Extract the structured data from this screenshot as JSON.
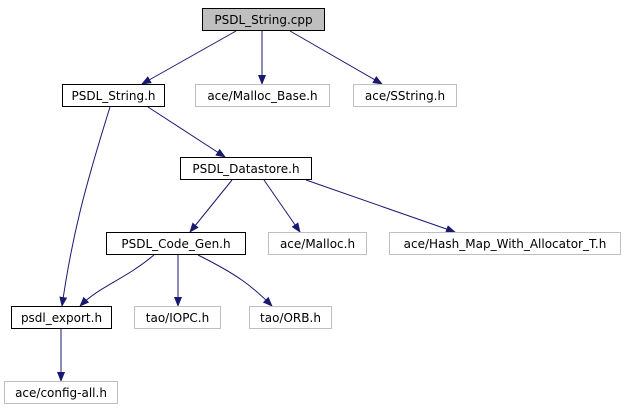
{
  "graph": {
    "edge_color": "#191970",
    "root_fill": "#bfbfbf",
    "external_border": "#bfbfbf",
    "nodes": [
      {
        "id": "psdl_string_cpp",
        "label": "PSDL_String.cpp",
        "kind": "root"
      },
      {
        "id": "psdl_string_h",
        "label": "PSDL_String.h",
        "kind": "local"
      },
      {
        "id": "ace_malloc_base_h",
        "label": "ace/Malloc_Base.h",
        "kind": "external"
      },
      {
        "id": "ace_sstring_h",
        "label": "ace/SString.h",
        "kind": "external"
      },
      {
        "id": "psdl_datastore_h",
        "label": "PSDL_Datastore.h",
        "kind": "local"
      },
      {
        "id": "psdl_code_gen_h",
        "label": "PSDL_Code_Gen.h",
        "kind": "local"
      },
      {
        "id": "ace_malloc_h",
        "label": "ace/Malloc.h",
        "kind": "external"
      },
      {
        "id": "ace_hash_map_h",
        "label": "ace/Hash_Map_With_Allocator_T.h",
        "kind": "external"
      },
      {
        "id": "psdl_export_h",
        "label": "psdl_export.h",
        "kind": "local"
      },
      {
        "id": "tao_iopc_h",
        "label": "tao/IOPC.h",
        "kind": "external"
      },
      {
        "id": "tao_orb_h",
        "label": "tao/ORB.h",
        "kind": "external"
      },
      {
        "id": "ace_config_all_h",
        "label": "ace/config-all.h",
        "kind": "external"
      }
    ],
    "edges": [
      {
        "from": "psdl_string_cpp",
        "to": "psdl_string_h"
      },
      {
        "from": "psdl_string_cpp",
        "to": "ace_malloc_base_h"
      },
      {
        "from": "psdl_string_cpp",
        "to": "ace_sstring_h"
      },
      {
        "from": "psdl_string_h",
        "to": "psdl_datastore_h"
      },
      {
        "from": "psdl_string_h",
        "to": "psdl_export_h"
      },
      {
        "from": "psdl_datastore_h",
        "to": "psdl_code_gen_h"
      },
      {
        "from": "psdl_datastore_h",
        "to": "ace_malloc_h"
      },
      {
        "from": "psdl_datastore_h",
        "to": "ace_hash_map_h"
      },
      {
        "from": "psdl_code_gen_h",
        "to": "psdl_export_h"
      },
      {
        "from": "psdl_code_gen_h",
        "to": "tao_iopc_h"
      },
      {
        "from": "psdl_code_gen_h",
        "to": "tao_orb_h"
      },
      {
        "from": "psdl_export_h",
        "to": "ace_config_all_h"
      }
    ]
  }
}
